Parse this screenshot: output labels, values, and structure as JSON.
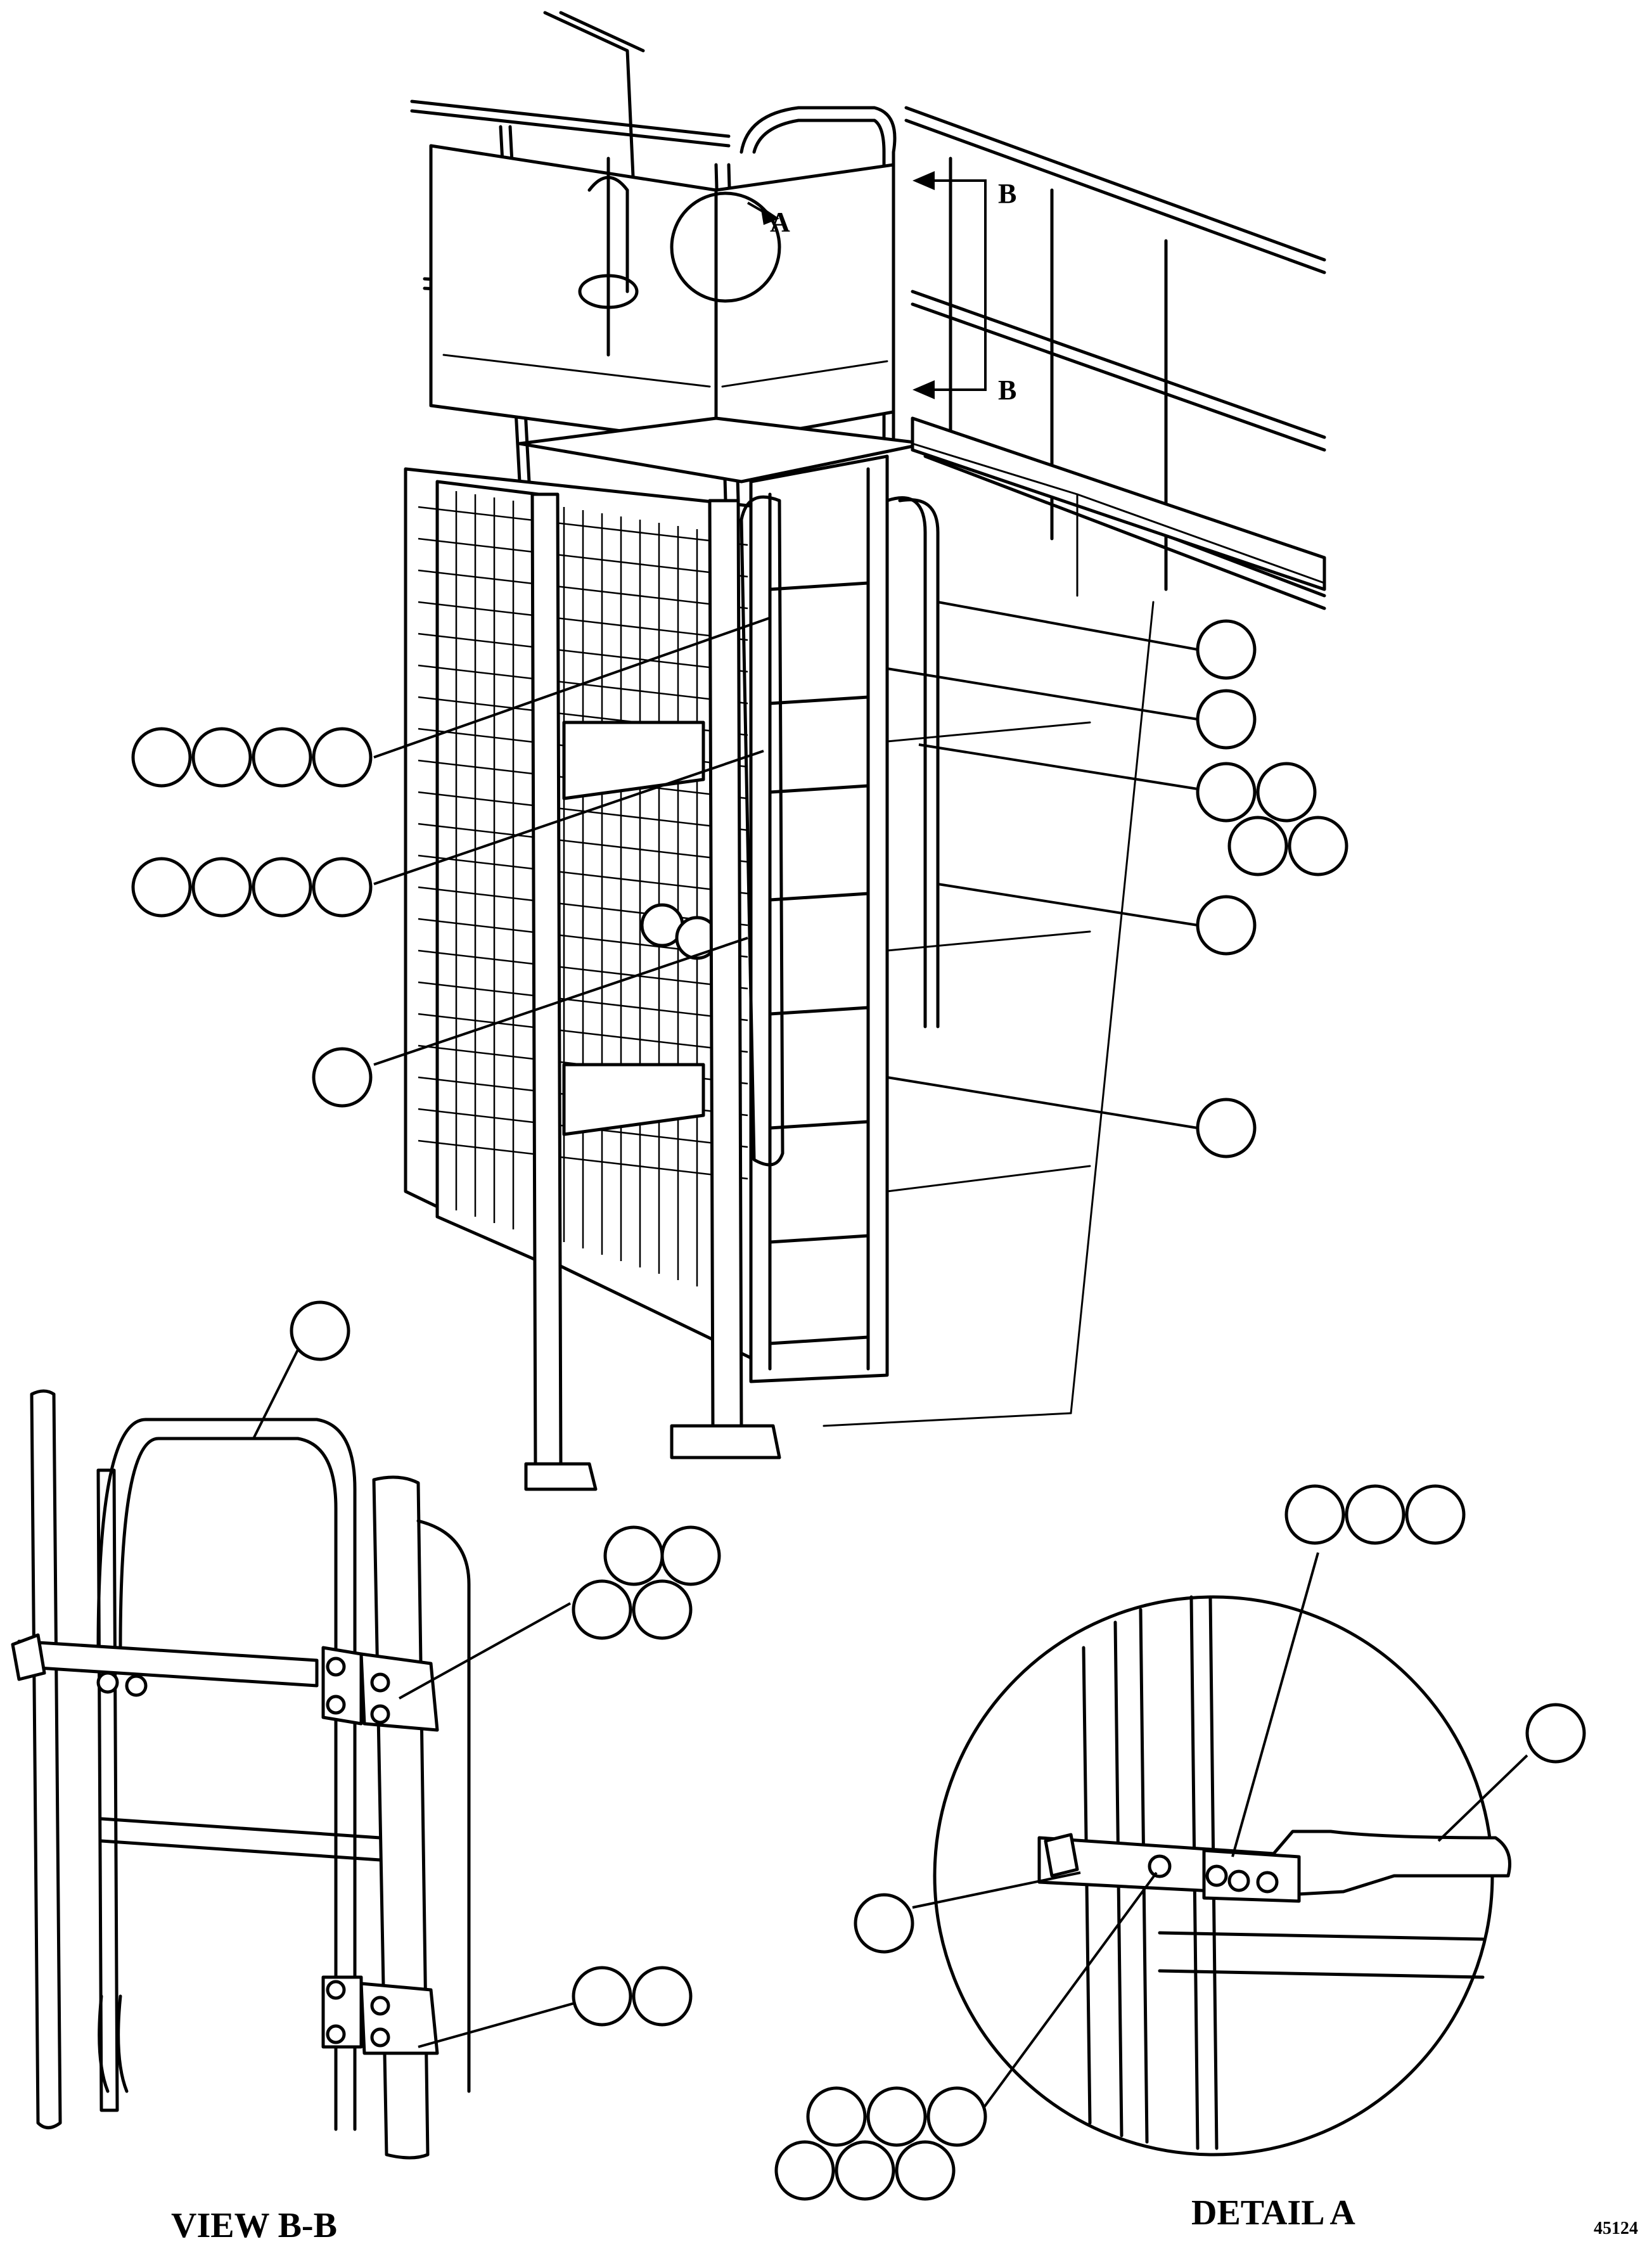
{
  "labels": {
    "view_bb": "VIEW B-B",
    "detail_a": "DETAIL A",
    "drawing_number": "45124",
    "section_letter_b_top": "B",
    "section_letter_b_bottom": "B",
    "detail_letter_a": "A"
  },
  "balloons": [
    {
      "group": "main-upper-left",
      "count": 4
    },
    {
      "group": "main-middle-left",
      "count": 4
    },
    {
      "group": "main-lower-left",
      "count": 1
    },
    {
      "group": "main-right-1",
      "count": 1
    },
    {
      "group": "main-right-2",
      "count": 1
    },
    {
      "group": "main-right-cluster",
      "count": 4
    },
    {
      "group": "main-right-3",
      "count": 1
    },
    {
      "group": "main-right-4",
      "count": 1
    },
    {
      "group": "view-bb-gate",
      "count": 1
    },
    {
      "group": "view-bb-upper-hinge",
      "count": 4
    },
    {
      "group": "view-bb-lower-hinge",
      "count": 2
    },
    {
      "group": "detail-a-top",
      "count": 3
    },
    {
      "group": "detail-a-handle",
      "count": 1
    },
    {
      "group": "detail-a-left",
      "count": 1
    },
    {
      "group": "detail-a-bottom",
      "count": 6
    }
  ]
}
